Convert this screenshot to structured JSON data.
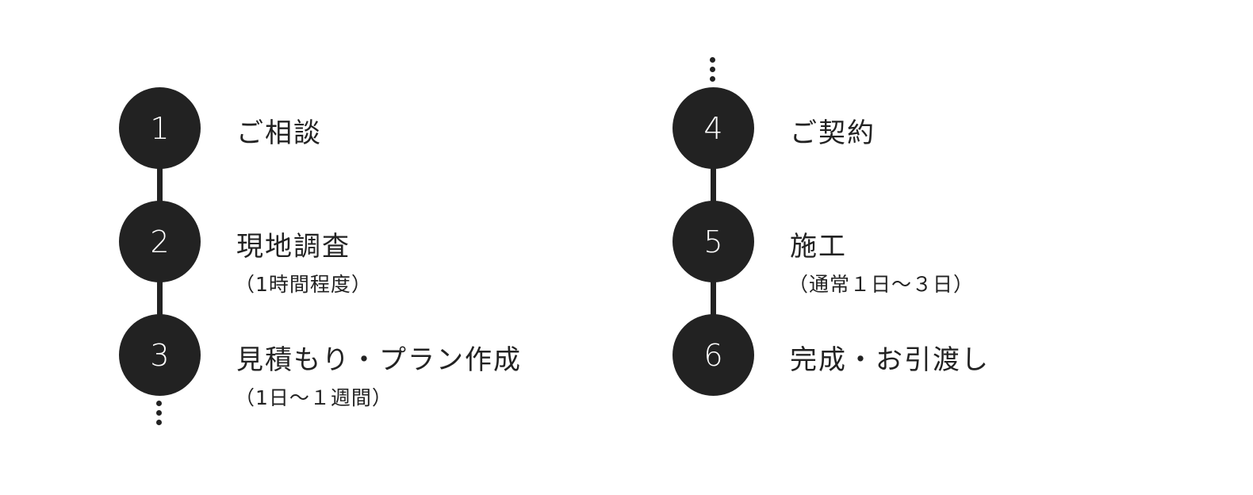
{
  "steps": [
    {
      "number": "1",
      "title": "ご相談",
      "sub": ""
    },
    {
      "number": "2",
      "title": "現地調査",
      "sub": "（1時間程度）"
    },
    {
      "number": "3",
      "title": "見積もり・プラン作成",
      "sub": "（1日～１週間）"
    },
    {
      "number": "4",
      "title": "ご契約",
      "sub": ""
    },
    {
      "number": "5",
      "title": "施工",
      "sub": "（通常１日～３日）"
    },
    {
      "number": "6",
      "title": "完成・お引渡し",
      "sub": ""
    }
  ],
  "colors": {
    "circle": "#222222",
    "circle_text": "#ffffff",
    "text": "#222222",
    "background": "#ffffff"
  }
}
